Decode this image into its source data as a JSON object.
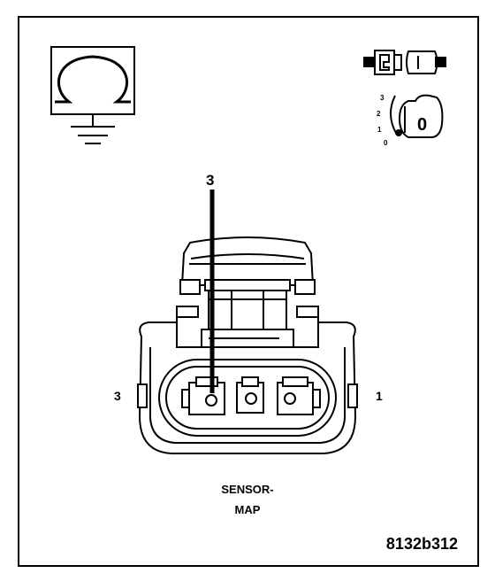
{
  "ohm_symbol": "ohmmeter-icon",
  "connector_symbol": "disconnected-connector-icon",
  "ignition_symbol": {
    "positions": [
      "3",
      "2",
      "1",
      "0"
    ],
    "key_label": "0"
  },
  "callout_pin": "3",
  "left_pin": "3",
  "right_pin": "1",
  "connector_name_line1": "SENSOR-",
  "connector_name_line2": "MAP",
  "figure_id": "8132b312"
}
